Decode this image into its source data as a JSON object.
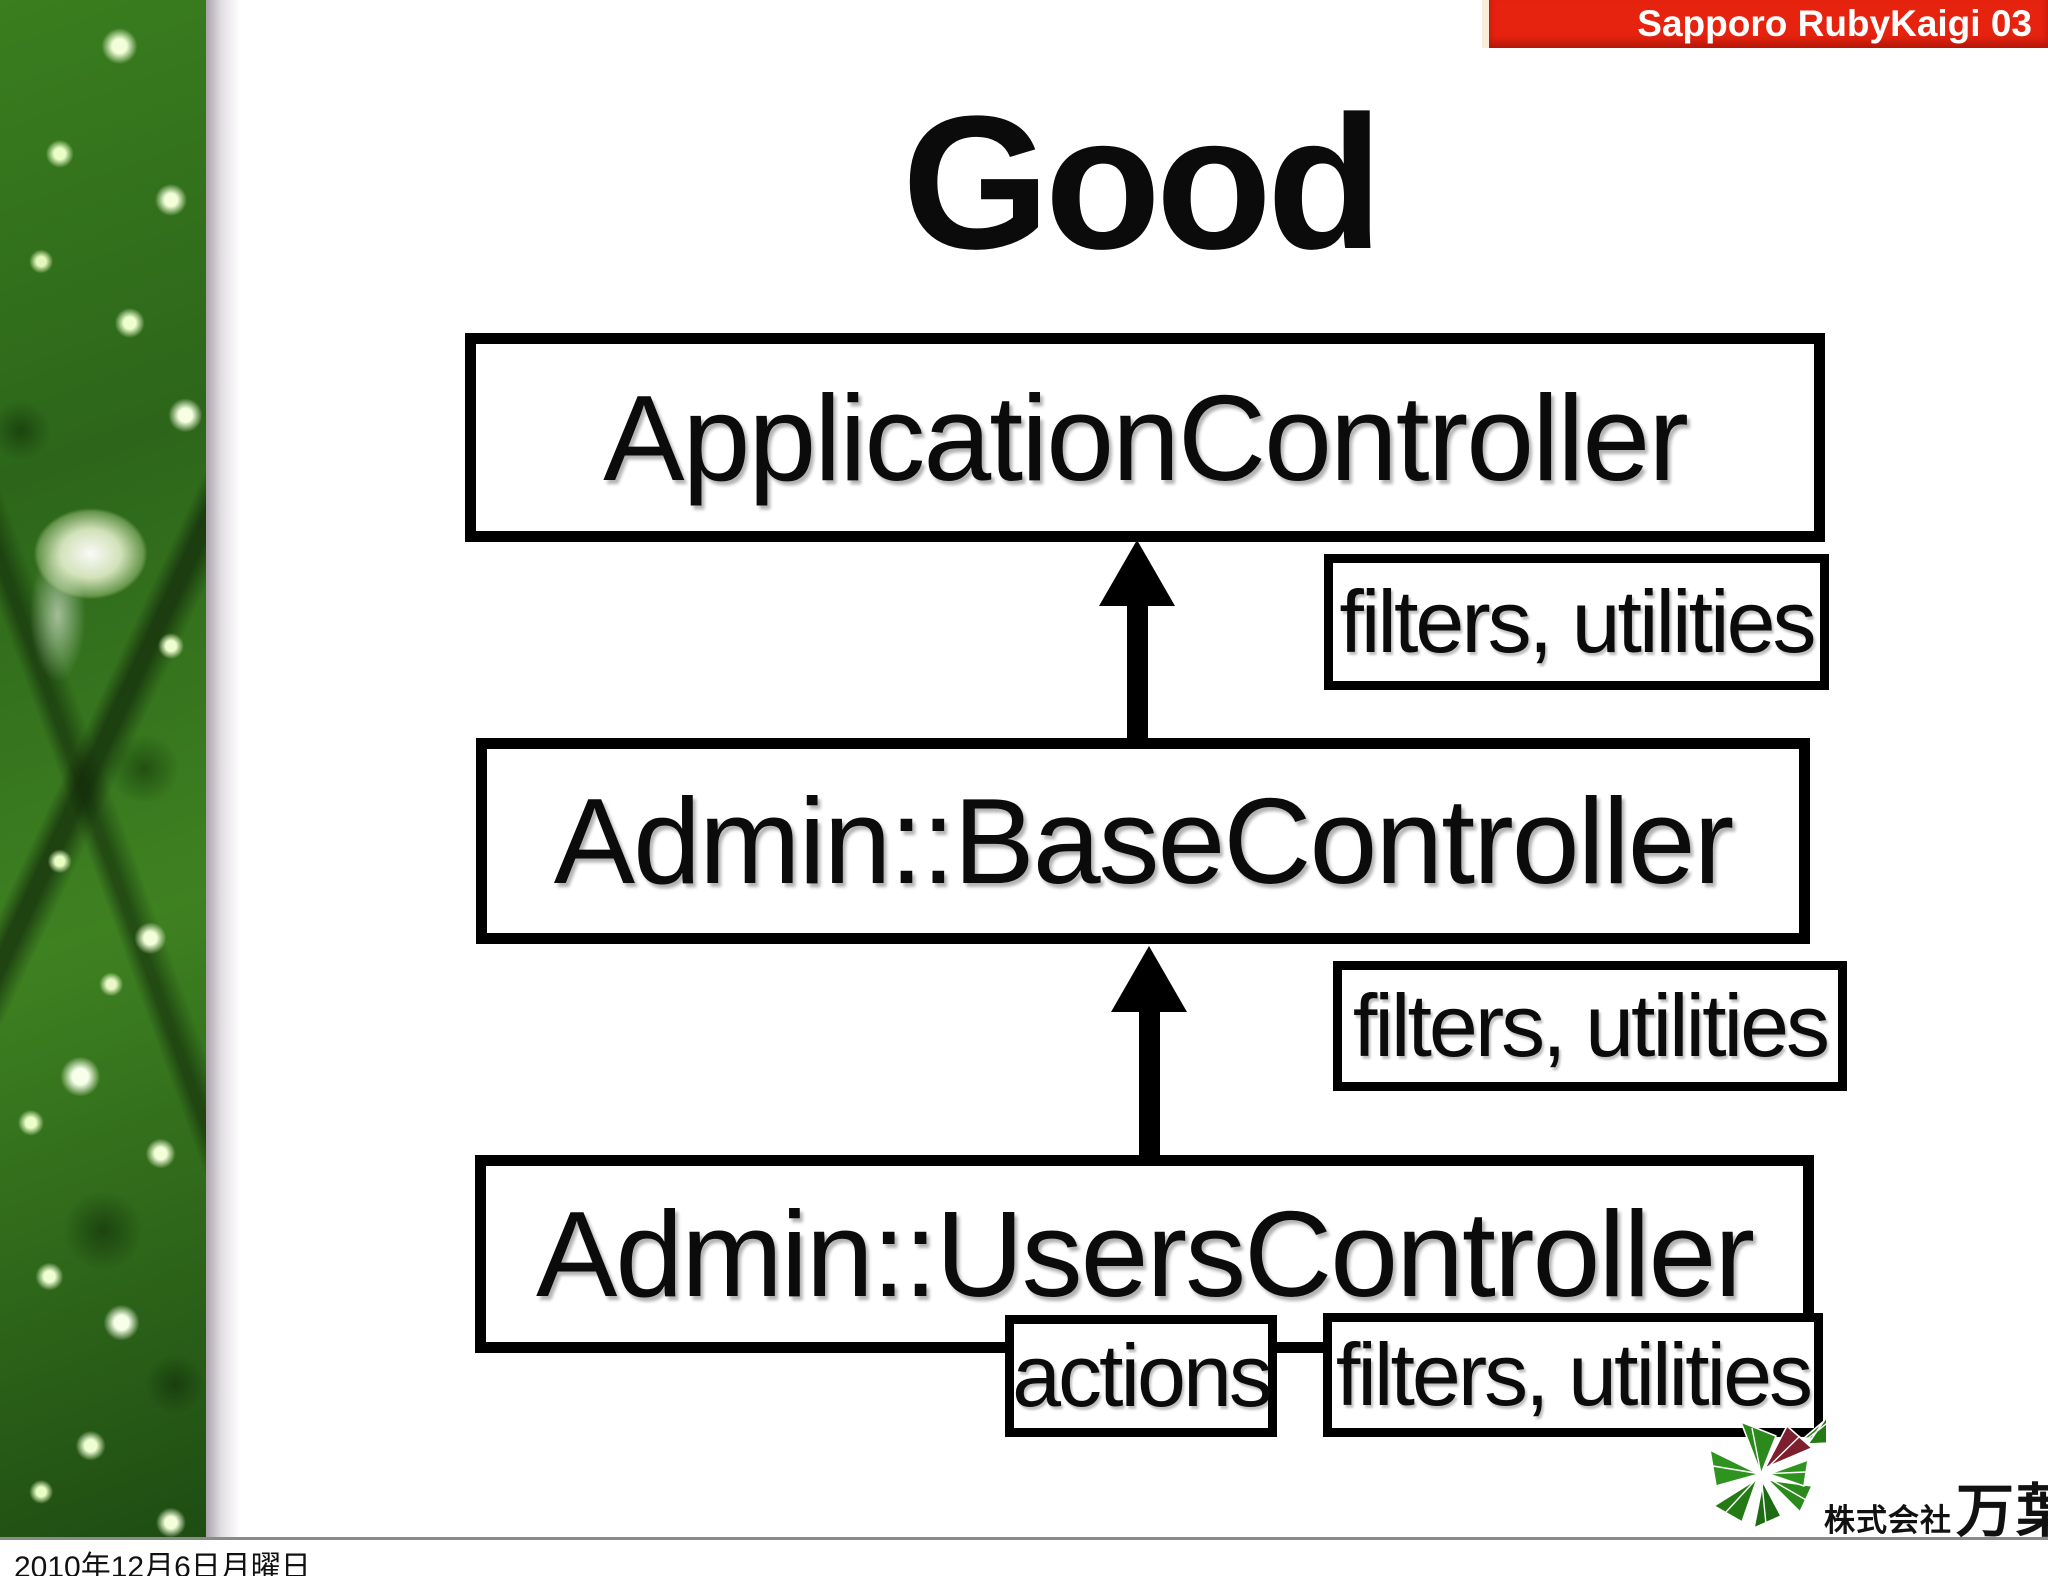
{
  "slide": {
    "banner": {
      "label": "Sapporo RubyKaigi 03"
    },
    "title": "Good",
    "footer_date": "2010年12月6日月曜日",
    "logo": {
      "company_prefix": "株式会社",
      "company_name": "万葉"
    }
  },
  "diagram": {
    "nodes": [
      {
        "id": "application-controller",
        "label": "ApplicationController"
      },
      {
        "id": "admin-base-controller",
        "label": "Admin::BaseController"
      },
      {
        "id": "admin-users-controller",
        "label": "Admin::UsersController"
      }
    ],
    "edges": [
      {
        "from": "Admin::BaseController",
        "to": "ApplicationController",
        "style": "arrow-up"
      },
      {
        "from": "Admin::UsersController",
        "to": "Admin::BaseController",
        "style": "arrow-up"
      }
    ],
    "annotations": [
      {
        "label": "filters, utilities",
        "attached_to": "ApplicationController"
      },
      {
        "label": "filters, utilities",
        "attached_to": "Admin::BaseController"
      },
      {
        "label": "actions",
        "attached_to": "Admin::UsersController"
      },
      {
        "label": "filters, utilities",
        "attached_to": "Admin::UsersController"
      }
    ]
  },
  "colors": {
    "banner_red": "#e6230f",
    "text_black": "#0b0b0b",
    "logo_green": "#2c8a1d",
    "logo_dark_green": "#1d6b12",
    "logo_maroon": "#7c1f2e",
    "separator_gray": "#8a8a8a"
  }
}
